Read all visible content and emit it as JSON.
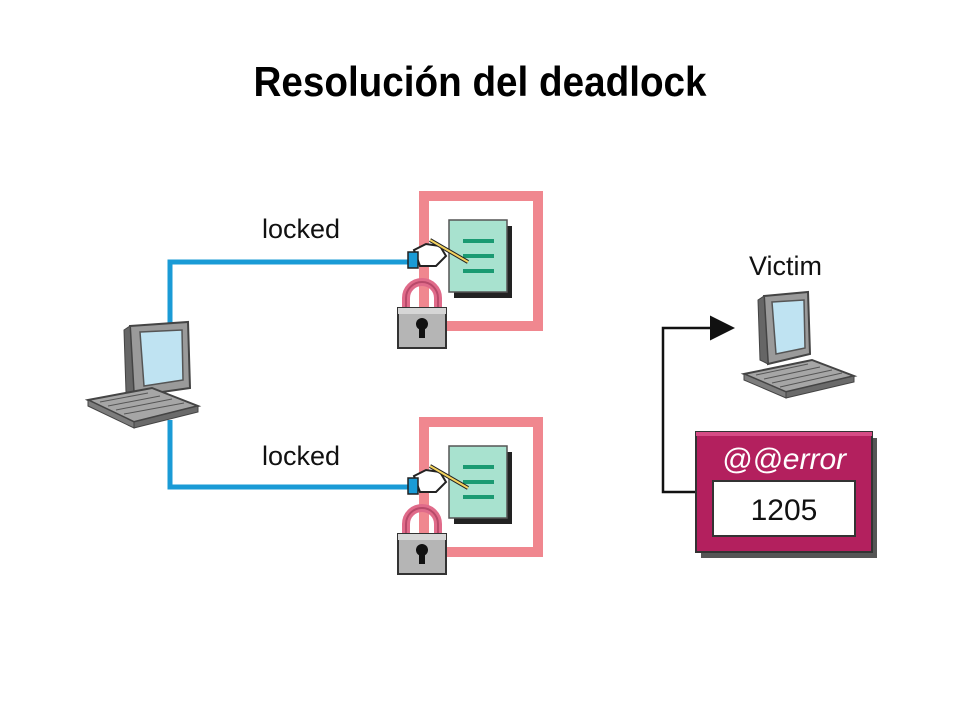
{
  "title": "Resolución del deadlock",
  "labels": {
    "locked_top": "locked",
    "locked_bottom": "locked",
    "victim": "Victim"
  },
  "error_box": {
    "header": "@@error",
    "value": "1205"
  },
  "colors": {
    "connector": "#1a9bd6",
    "resource_frame": "#f0878f",
    "error_box": "#b3205e",
    "document": "#a8e2cf"
  }
}
